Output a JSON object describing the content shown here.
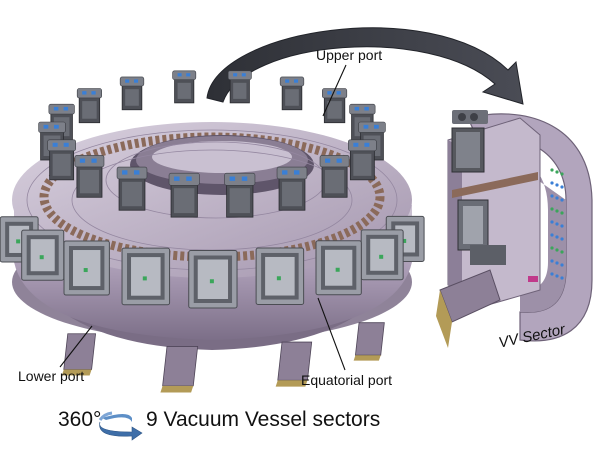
{
  "labels": {
    "upper_port": "Upper port",
    "lower_port": "Lower port",
    "equatorial_port": "Equatorial port",
    "vv_sector": "VV Sector",
    "degrees": "360°",
    "sectors": "9 Vacuum Vessel sectors"
  },
  "colors": {
    "vessel_body": "#a99bb4",
    "vessel_light": "#c8bfd0",
    "vessel_dark": "#6e6278",
    "port_frame": "#56585e",
    "port_inner": "#8a8d96",
    "arrow_fill": "#3d3f47",
    "rotate_icon": "#3e6ea8",
    "accent_blue": "#3a7fd6",
    "accent_green": "#3aa65a"
  },
  "diagram": {
    "upper_port_count": 18,
    "equatorial_port_count": 18,
    "lower_port_count": 9
  }
}
